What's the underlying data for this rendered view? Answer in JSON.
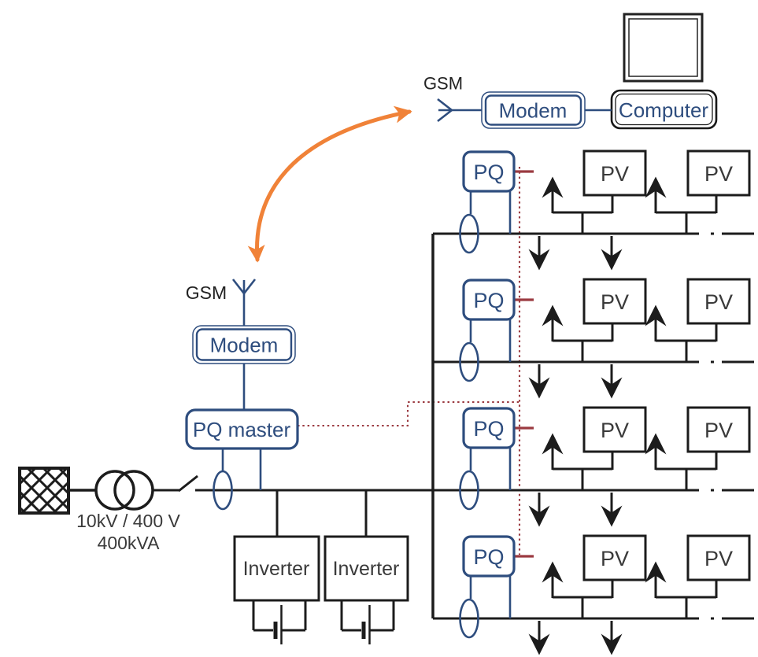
{
  "colors": {
    "blue": "#2E4D7E",
    "red": "#9B3A40",
    "orange": "#F08238",
    "black": "#1C1C1C",
    "dark_text": "#3A3A3A"
  },
  "remote_station": {
    "gsm_label": "GSM",
    "modem_label": "Modem",
    "computer_label": "Computer"
  },
  "master_station": {
    "gsm_label": "GSM",
    "modem_label": "Modem",
    "controller_label": "PQ master"
  },
  "transformer": {
    "rating_line1": "10kV / 400 V",
    "rating_line2": "400kVA"
  },
  "inverters": [
    {
      "label": "Inverter"
    },
    {
      "label": "Inverter"
    }
  ],
  "feeders": [
    {
      "pq_label": "PQ",
      "pv_labels": [
        "PV",
        "PV"
      ]
    },
    {
      "pq_label": "PQ",
      "pv_labels": [
        "PV",
        "PV"
      ]
    },
    {
      "pq_label": "PQ",
      "pv_labels": [
        "PV",
        "PV"
      ]
    },
    {
      "pq_label": "PQ",
      "pv_labels": [
        "PV",
        "PV"
      ]
    }
  ]
}
